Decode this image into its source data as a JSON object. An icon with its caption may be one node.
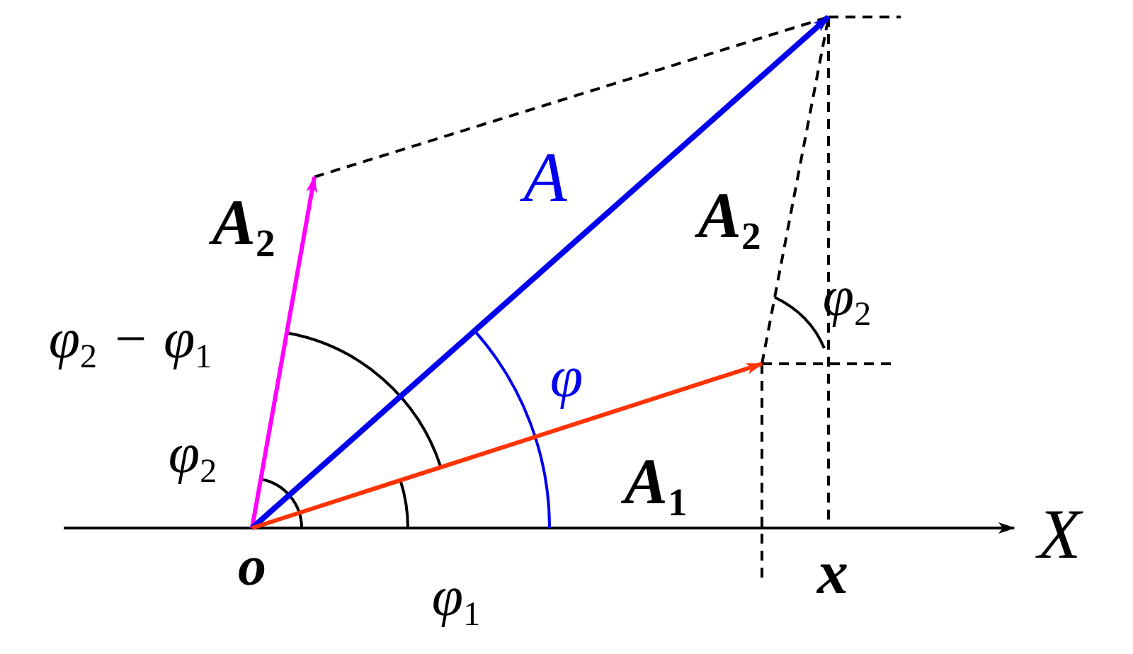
{
  "diagram": {
    "labels": [
      "A",
      "A$_{2}$",
      "A$_{2}$",
      "φ$_{2}$",
      "φ$_{2}$ − φ$_{1}$",
      "φ",
      "φ$_{2}$",
      "A$_{1}$",
      "X",
      "o",
      "x",
      "φ$_{1}$"
    ]
  }
}
